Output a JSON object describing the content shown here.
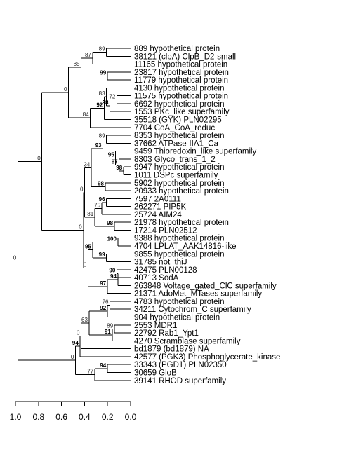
{
  "tree": {
    "leaves": [
      "889 hypothetical protein",
      "38121 (clpA) ClpB_D2-small",
      "11165 hypothetical protein",
      "23817 hypothetical protein",
      "11779 hypothetical protein",
      "4130 hypothetical protein",
      "11575 hypothetical protein",
      "6692 hypothetical protein",
      "1553 PKc_like superfamily",
      "35518 (GYK) PLN02295",
      "7704 CoA_CoA_reduc",
      "8353 hypothetical protein",
      "37662 ATPase-IIA1_Ca",
      "9459 Thioredoxin_like superfamily",
      "8303 Glyco_trans_1_2",
      "9947 hypothetical protein",
      "1011 DSPc superfamily",
      "5902 hypothetical protein",
      "20933 hypothetical protein",
      "7597 2A0111",
      "262271 PIP5K",
      "25724 AIM24",
      "21978 hypothetical protein",
      "17214 PLN02512",
      "9388 hypothetical protein",
      "4704 LPLAT_AAK14816-like",
      "9855 hypothetical protein",
      "31785 not_thiJ",
      "42475 PLN00128",
      "40713 SodA",
      "263848 Voltage_gated_ClC superfamily",
      "21371 AdoMet_MTases superfamily",
      "4783 hypothetical protein",
      "34211 Cytochrom_C superfamily",
      "904 hypothetical protein",
      "2553 MDR1",
      "22792 Rab1_Ypt1",
      "4270 Scramblase superfamily",
      "bd1879 (bd1879) NA",
      "42577 (PGK3) Phosphoglycerate_kinase",
      "33343 (PGD1) PLN02350",
      "30659 GloB",
      "39141 RHOD superfamily"
    ],
    "nodes": [
      {
        "id": "n1",
        "children": [
          0,
          1
        ],
        "depth": 0.21,
        "support": "89",
        "bold": false
      },
      {
        "id": "n2",
        "children": [
          "n1",
          2
        ],
        "depth": 0.33,
        "support": "87",
        "bold": false
      },
      {
        "id": "n3",
        "children": [
          3,
          4
        ],
        "depth": 0.2,
        "support": "99",
        "bold": true
      },
      {
        "id": "n4",
        "children": [
          "n2",
          "n3"
        ],
        "depth": 0.43,
        "support": "85",
        "bold": false
      },
      {
        "id": "n5",
        "children": [
          6,
          7
        ],
        "depth": 0.12,
        "support": "72",
        "bold": false
      },
      {
        "id": "n6",
        "children": [
          "n5",
          8
        ],
        "depth": 0.18,
        "support": "98",
        "bold": true
      },
      {
        "id": "n7",
        "children": [
          5,
          "n6"
        ],
        "depth": 0.21,
        "support": "83",
        "bold": false
      },
      {
        "id": "n8",
        "children": [
          "n7",
          9
        ],
        "depth": 0.23,
        "support": "92",
        "bold": true
      },
      {
        "id": "n9",
        "children": [
          "n8",
          10
        ],
        "depth": 0.35,
        "support": "84",
        "bold": false
      },
      {
        "id": "n10",
        "children": [
          "n4",
          "n9"
        ],
        "depth": 0.54,
        "support": "0",
        "bold": false
      },
      {
        "id": "n11",
        "children": [
          11,
          12
        ],
        "depth": 0.21,
        "support": "89",
        "bold": false
      },
      {
        "id": "n12",
        "children": [
          15,
          16
        ],
        "depth": 0.06,
        "support": "98",
        "bold": true
      },
      {
        "id": "n13",
        "children": [
          14,
          "n12"
        ],
        "depth": 0.1,
        "support": "97",
        "bold": true
      },
      {
        "id": "n14",
        "children": [
          13,
          "n13"
        ],
        "depth": 0.13,
        "support": "95",
        "bold": true
      },
      {
        "id": "n15",
        "children": [
          "n11",
          "n14"
        ],
        "depth": 0.24,
        "support": "93",
        "bold": true
      },
      {
        "id": "n16",
        "children": [
          17,
          18
        ],
        "depth": 0.22,
        "support": "98",
        "bold": true
      },
      {
        "id": "n17",
        "children": [
          "n15",
          "n16"
        ],
        "depth": 0.34,
        "support": "34",
        "bold": false
      },
      {
        "id": "n18",
        "children": [
          19,
          20
        ],
        "depth": 0.21,
        "support": "96",
        "bold": true
      },
      {
        "id": "n19",
        "children": [
          "n18",
          21
        ],
        "depth": 0.25,
        "support": "75",
        "bold": false
      },
      {
        "id": "n20",
        "children": [
          22,
          23
        ],
        "depth": 0.14,
        "support": "98",
        "bold": true
      },
      {
        "id": "n21",
        "children": [
          "n19",
          "n20"
        ],
        "depth": 0.31,
        "support": "81",
        "bold": false
      },
      {
        "id": "n22",
        "children": [
          "n17",
          "n21"
        ],
        "depth": 0.4,
        "support": "0",
        "bold": false
      },
      {
        "id": "n23",
        "children": [
          24,
          25
        ],
        "depth": 0.11,
        "support": "100",
        "bold": true
      },
      {
        "id": "n24",
        "children": [
          26,
          27
        ],
        "depth": 0.21,
        "support": "99",
        "bold": true
      },
      {
        "id": "n25",
        "children": [
          "n23",
          "n24"
        ],
        "depth": 0.33,
        "support": "95",
        "bold": true
      },
      {
        "id": "n26",
        "children": [
          28,
          29
        ],
        "depth": 0.12,
        "support": "90",
        "bold": true
      },
      {
        "id": "n27",
        "children": [
          "n26",
          30
        ],
        "depth": 0.11,
        "support": "94",
        "bold": true
      },
      {
        "id": "n28",
        "children": [
          "n27",
          31
        ],
        "depth": 0.2,
        "support": "97",
        "bold": true
      },
      {
        "id": "n29",
        "children": [
          "n25",
          "n28"
        ],
        "depth": 0.37,
        "support": "0",
        "bold": false
      },
      {
        "id": "n30",
        "children": [
          "n22",
          "n29"
        ],
        "depth": 0.41,
        "support": "0",
        "bold": false
      },
      {
        "id": "n31",
        "children": [
          "n10",
          "n30"
        ],
        "depth": 0.77,
        "support": "0",
        "bold": false
      },
      {
        "id": "n32",
        "children": [
          32,
          33
        ],
        "depth": 0.18,
        "support": "76",
        "bold": false
      },
      {
        "id": "n33",
        "children": [
          "n32",
          34
        ],
        "depth": 0.2,
        "support": "92",
        "bold": true
      },
      {
        "id": "n34",
        "children": [
          35,
          36
        ],
        "depth": 0.14,
        "support": "89",
        "bold": false
      },
      {
        "id": "n35",
        "children": [
          "n34",
          37
        ],
        "depth": 0.16,
        "support": "91",
        "bold": true
      },
      {
        "id": "n36",
        "children": [
          "n33",
          "n35"
        ],
        "depth": 0.36,
        "support": "63",
        "bold": false
      },
      {
        "id": "n37",
        "children": [
          "n36",
          38
        ],
        "depth": 0.43,
        "support": "0",
        "bold": false
      },
      {
        "id": "n38",
        "children": [
          "n37",
          39
        ],
        "depth": 0.44,
        "support": "94",
        "bold": true
      },
      {
        "id": "n39",
        "children": [
          40,
          41
        ],
        "depth": 0.2,
        "support": "94",
        "bold": true
      },
      {
        "id": "n40",
        "children": [
          "n39",
          42
        ],
        "depth": 0.31,
        "support": "77",
        "bold": false
      },
      {
        "id": "n41",
        "children": [
          "n38",
          "n40"
        ],
        "depth": 0.48,
        "support": "0",
        "bold": false
      },
      {
        "id": "n42",
        "children": [
          "n31",
          "n41"
        ],
        "depth": 0.98,
        "support": "0",
        "bold": false
      }
    ],
    "axis": {
      "ticks": [
        "1.0",
        "0.8",
        "0.6",
        "0.4",
        "0.2",
        "0.0"
      ],
      "range": [
        1.0,
        0.0
      ]
    }
  }
}
